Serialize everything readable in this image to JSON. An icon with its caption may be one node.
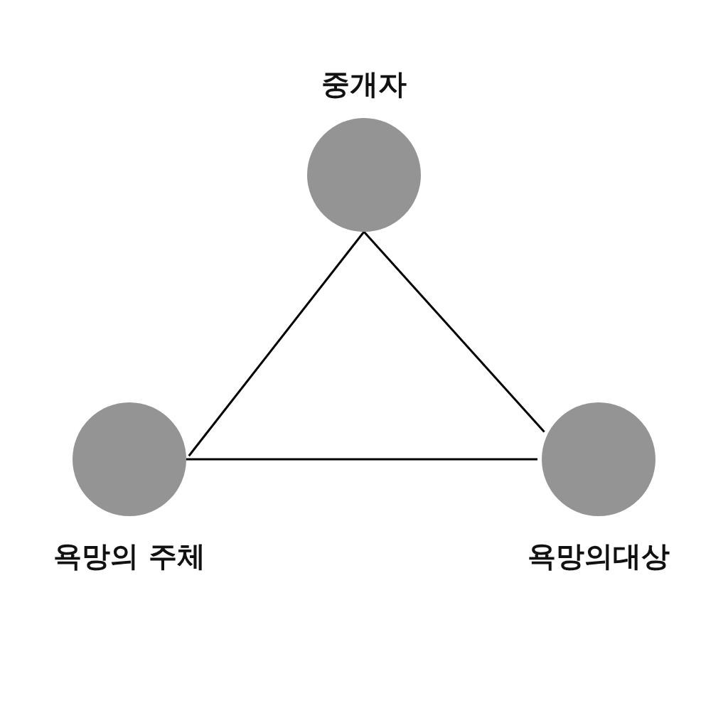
{
  "diagram": {
    "nodes": [
      {
        "text": [
          "중개자"
        ]
      },
      {
        "text": [
          "욕망의 주체"
        ]
      },
      {
        "text": [
          "욕망의대상"
        ]
      }
    ],
    "edges": [
      {
        "from": 0,
        "to": 1,
        "arrow": "none"
      },
      {
        "from": 0,
        "to": 2,
        "arrow": "none"
      },
      {
        "from": 1,
        "to": 2,
        "arrow": "none"
      }
    ]
  }
}
